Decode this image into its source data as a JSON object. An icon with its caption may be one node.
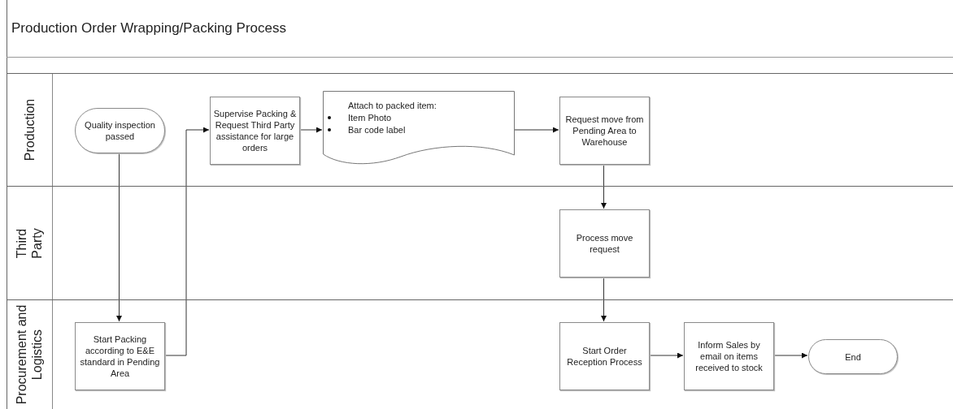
{
  "diagram": {
    "title": "Production Order Wrapping/Packing Process",
    "nodes": [
      {
        "text": [
          "Production"
        ]
      },
      {
        "text": [
          "Third Party"
        ]
      },
      {
        "text": [
          "Procurement and Logistics"
        ]
      },
      {
        "text": [
          "Quality inspection passed"
        ],
        "in": 0
      },
      {
        "text": [
          "Supervise Packing & Request Third Party assistance for large orders"
        ],
        "in": 0
      },
      {
        "text": [
          "Attach to packed item:",
          "Item Photo",
          "Bar code label"
        ],
        "in": 0
      },
      {
        "text": [
          "Request move from Pending Area to Warehouse"
        ],
        "in": 0
      },
      {
        "text": [
          "Process move request"
        ],
        "in": 1
      },
      {
        "text": [
          "Start Packing according to E&E standard in Pending Area"
        ],
        "in": 2
      },
      {
        "text": [
          "Start Order Reception Process"
        ],
        "in": 2
      },
      {
        "text": [
          "Inform Sales by email on items received to stock"
        ],
        "in": 2
      },
      {
        "text": [
          "End"
        ],
        "in": 2
      }
    ],
    "edges": [
      {
        "from": 3,
        "to": 8,
        "arrow": "to"
      },
      {
        "from": 8,
        "to": 4,
        "arrow": "to"
      },
      {
        "from": 4,
        "to": 5,
        "arrow": "to"
      },
      {
        "from": 5,
        "to": 6,
        "arrow": "to"
      },
      {
        "from": 6,
        "to": 7,
        "arrow": "to"
      },
      {
        "from": 7,
        "to": 9,
        "arrow": "to"
      },
      {
        "from": 9,
        "to": 10,
        "arrow": "to"
      },
      {
        "from": 10,
        "to": 11,
        "arrow": "to"
      }
    ]
  }
}
